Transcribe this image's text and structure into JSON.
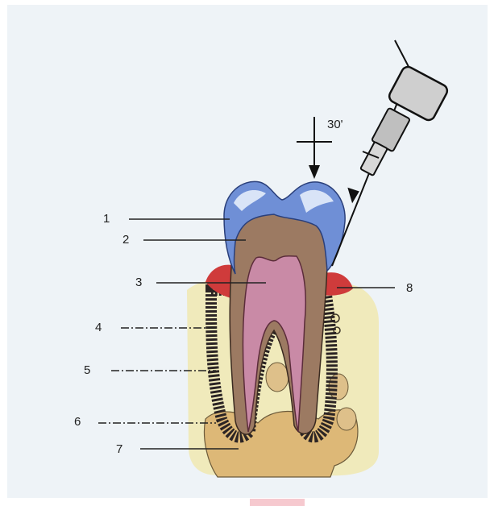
{
  "labels": {
    "l1": "1",
    "l2": "2",
    "l3": "3",
    "l4": "4",
    "l5": "5",
    "l6": "6",
    "l7": "7",
    "l8": "8",
    "angle": "30'"
  },
  "colors": {
    "background": "#eef3f7",
    "enamel": "#6f8fd6",
    "dentin": "#9c7a62",
    "pulp": "#c98aa6",
    "gingiva": "#cf3b3b",
    "bone": "#e3c58a",
    "soft_tissue": "#f0e7b0",
    "periodontal_ligament": "#2b2424"
  }
}
